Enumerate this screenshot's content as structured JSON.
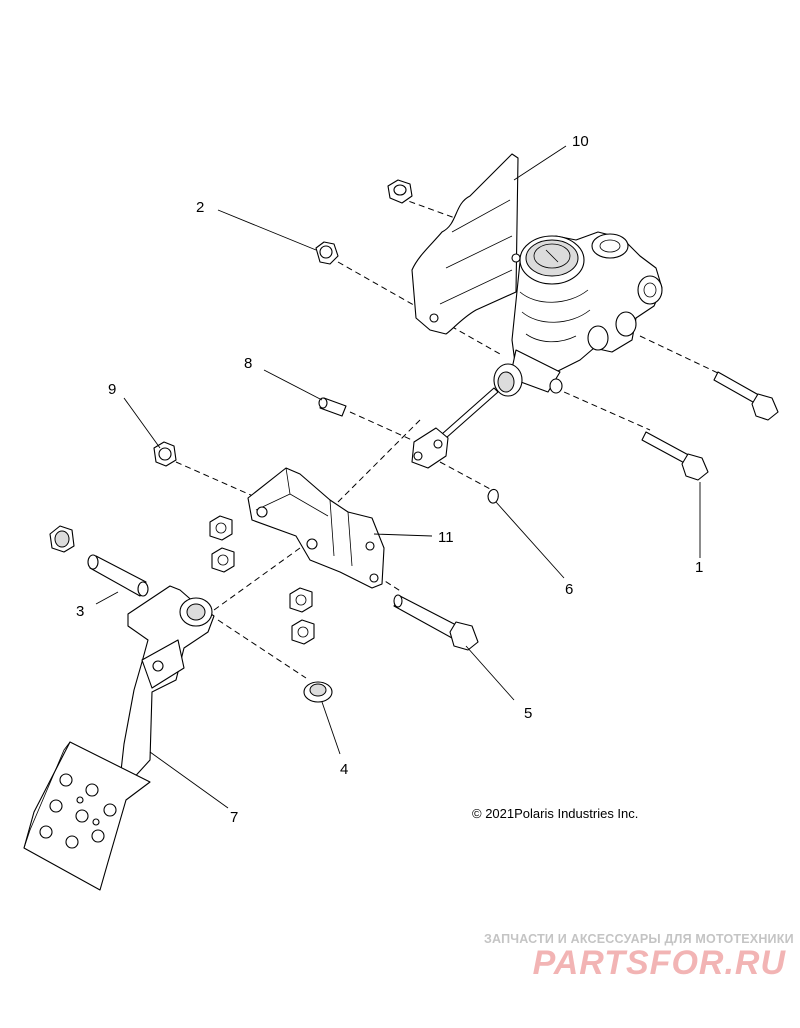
{
  "callouts": {
    "c1": "1",
    "c2": "2",
    "c3": "3",
    "c4": "4",
    "c5": "5",
    "c6": "6",
    "c7": "7",
    "c8": "8",
    "c9": "9",
    "c10": "10",
    "c11": "11"
  },
  "copyright": "© 2021Polaris Industries Inc.",
  "watermark": {
    "tagline": "ЗАПЧАСТИ И АКСЕССУАРЫ ДЛЯ МОТОТЕХНИКИ",
    "logo": "PARTSFOR.RU"
  }
}
